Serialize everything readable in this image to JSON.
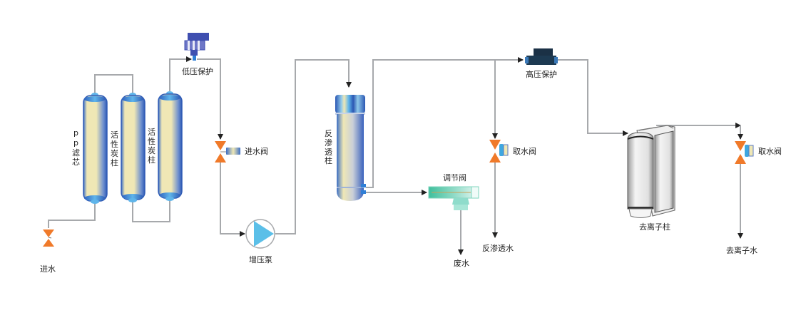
{
  "diagram": {
    "title": "Water purification process flow",
    "colors": {
      "pipe": "#a7a9ac",
      "valve": "#f07a2a",
      "column_blue": "#3d6fc4",
      "column_core": "#efe7b5",
      "pump_blue": "#5bbfe8",
      "regulator_green": "#4fc9a8",
      "sensor_dark": "#1b3146",
      "deion_gray": "#e6e6e6"
    },
    "labels": {
      "inlet": "进水",
      "pp_filter": [
        "p",
        "p",
        "滤",
        "芯"
      ],
      "carbon_1": [
        "活",
        "性",
        "炭",
        "柱"
      ],
      "carbon_2": [
        "活",
        "性",
        "炭",
        "柱"
      ],
      "low_pressure": "低压保护",
      "inlet_valve": "进水阀",
      "booster_pump": "增压泵",
      "ro_column": [
        "反",
        "渗",
        "透",
        "柱"
      ],
      "regulating_valve": "调节阀",
      "waste_water": "废水",
      "high_pressure": "高压保护",
      "take_valve_1": "取水阀",
      "ro_water": "反渗透水",
      "deion_column": "去离子柱",
      "take_valve_2": "取水阀",
      "deion_water": "去离子水"
    }
  }
}
